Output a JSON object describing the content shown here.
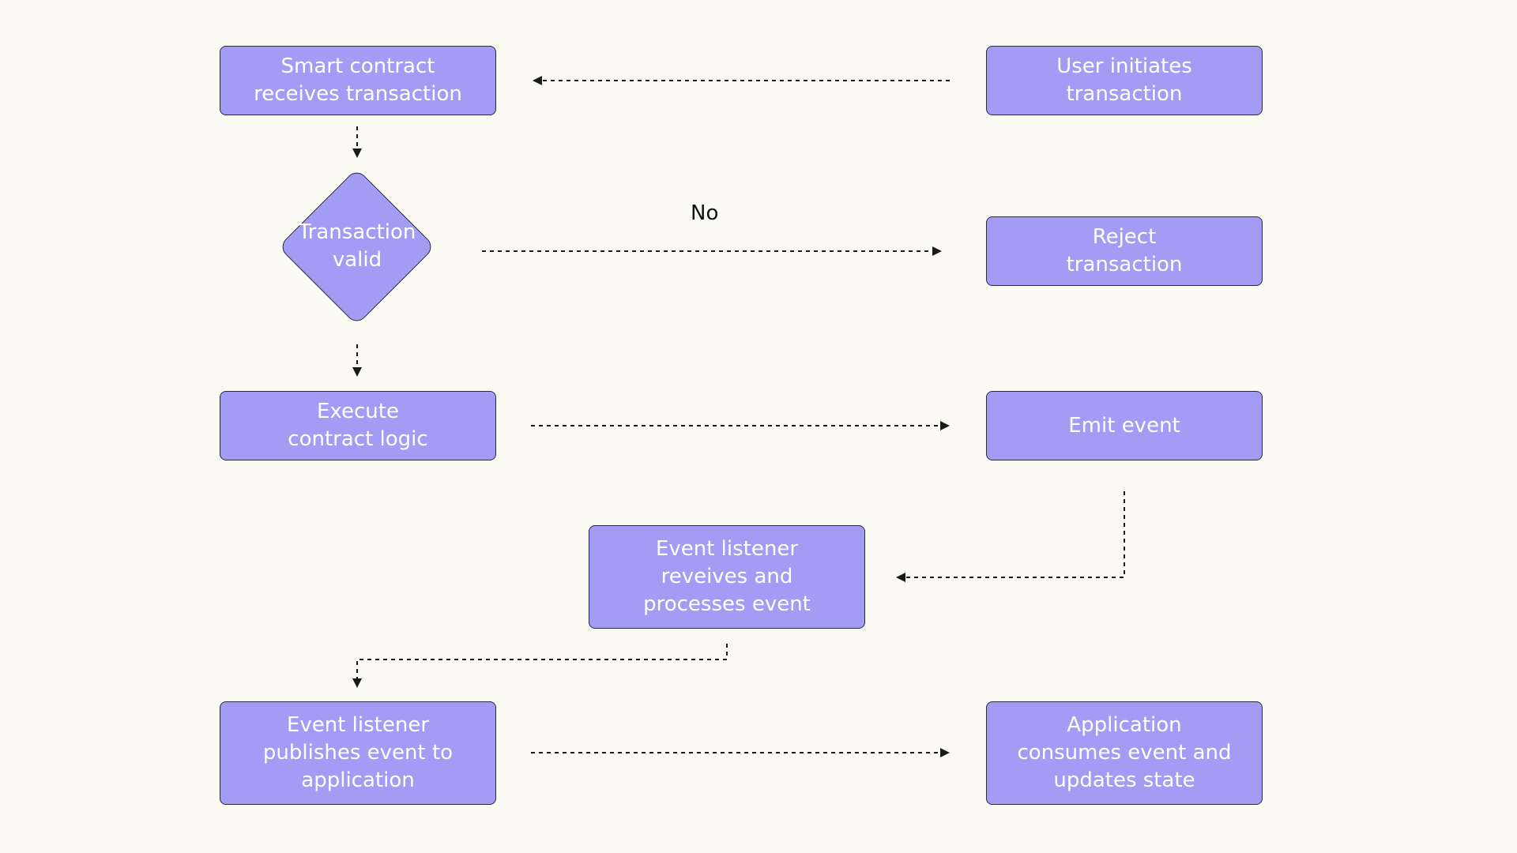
{
  "diagram": {
    "nodes": [
      {
        "id": "smart-contract-receives",
        "label": "Smart contract\nreceives  transaction"
      },
      {
        "id": "user-initiates",
        "label": "User initiates\ntransaction"
      },
      {
        "id": "transaction-valid",
        "label": "Transaction\nvalid"
      },
      {
        "id": "reject-transaction",
        "label": "Reject\ntransaction"
      },
      {
        "id": "execute-logic",
        "label": "Execute\ncontract logic"
      },
      {
        "id": "emit-event",
        "label": "Emit event"
      },
      {
        "id": "listener-receives",
        "label": "Event listener\nreveives and\nprocesses event"
      },
      {
        "id": "listener-publishes",
        "label": "Event listener\npublishes event to\napplication"
      },
      {
        "id": "app-consumes",
        "label": "Application\nconsumes event and\nupdates state"
      }
    ],
    "edges": [
      {
        "from": "user-initiates",
        "to": "smart-contract-receives",
        "label": ""
      },
      {
        "from": "smart-contract-receives",
        "to": "transaction-valid",
        "label": ""
      },
      {
        "from": "transaction-valid",
        "to": "reject-transaction",
        "label": "No"
      },
      {
        "from": "transaction-valid",
        "to": "execute-logic",
        "label": ""
      },
      {
        "from": "execute-logic",
        "to": "emit-event",
        "label": ""
      },
      {
        "from": "emit-event",
        "to": "listener-receives",
        "label": ""
      },
      {
        "from": "listener-receives",
        "to": "listener-publishes",
        "label": ""
      },
      {
        "from": "listener-publishes",
        "to": "app-consumes",
        "label": ""
      }
    ]
  },
  "colors": {
    "background": "#fbfbf4",
    "node_fill": "#a39cf4",
    "node_border": "#2a2a3a",
    "node_text": "#ffffff",
    "edge": "#1a1a1a"
  }
}
